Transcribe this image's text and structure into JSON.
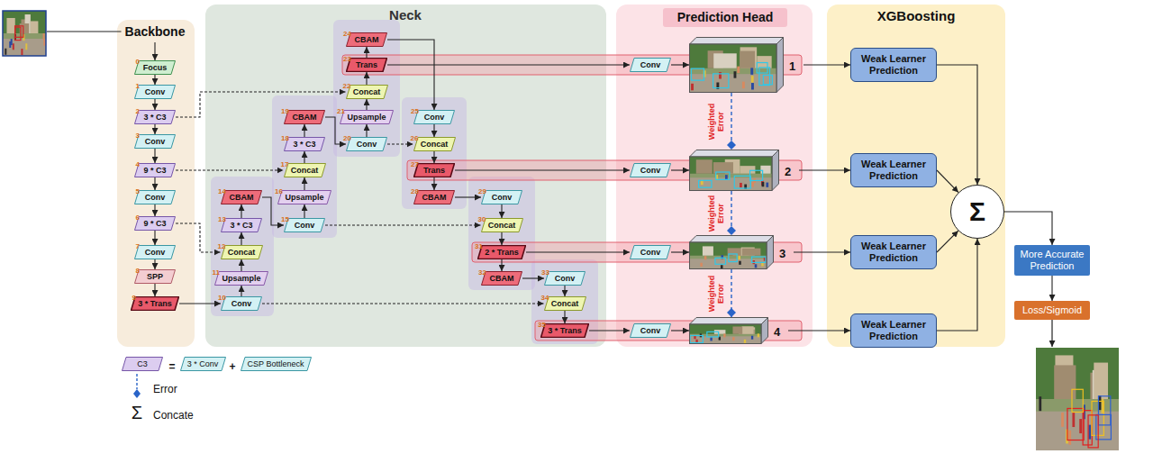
{
  "diagram": {
    "nodes": [
      {
        "text": [
          "Backbone"
        ]
      },
      {
        "text": [
          "Focus"
        ],
        "in": 0
      },
      {
        "text": [
          "Conv"
        ],
        "in": 0
      },
      {
        "text": [
          "3 * C3"
        ],
        "in": 0
      },
      {
        "text": [
          "Conv"
        ],
        "in": 0
      },
      {
        "text": [
          "9 * C3"
        ],
        "in": 0
      },
      {
        "text": [
          "Conv"
        ],
        "in": 0
      },
      {
        "text": [
          "9 * C3"
        ],
        "in": 0
      },
      {
        "text": [
          "Conv"
        ],
        "in": 0
      },
      {
        "text": [
          "SPP"
        ],
        "in": 0
      },
      {
        "text": [
          "3 * Trans"
        ],
        "in": 0
      },
      {
        "text": [
          "Neck"
        ]
      },
      {
        "text": [
          "Conv"
        ],
        "in": 11
      },
      {
        "text": [
          "Upsample"
        ],
        "in": 11
      },
      {
        "text": [
          "Concat"
        ],
        "in": 11
      },
      {
        "text": [
          "3 * C3"
        ],
        "in": 11
      },
      {
        "text": [
          "CBAM"
        ],
        "in": 11
      },
      {
        "text": [
          "Conv"
        ],
        "in": 11
      },
      {
        "text": [
          "Upsample"
        ],
        "in": 11
      },
      {
        "text": [
          "Concat"
        ],
        "in": 11
      },
      {
        "text": [
          "3 * C3"
        ],
        "in": 11
      },
      {
        "text": [
          "CBAM"
        ],
        "in": 11
      },
      {
        "text": [
          "Conv"
        ],
        "in": 11
      },
      {
        "text": [
          "Upsample"
        ],
        "in": 11
      },
      {
        "text": [
          "Concat"
        ],
        "in": 11
      },
      {
        "text": [
          "Trans"
        ],
        "in": 11
      },
      {
        "text": [
          "CBAM"
        ],
        "in": 11
      },
      {
        "text": [
          "Conv"
        ],
        "in": 11
      },
      {
        "text": [
          "Concat"
        ],
        "in": 11
      },
      {
        "text": [
          "Trans"
        ],
        "in": 11
      },
      {
        "text": [
          "CBAM"
        ],
        "in": 11
      },
      {
        "text": [
          "Conv"
        ],
        "in": 11
      },
      {
        "text": [
          "Concat"
        ],
        "in": 11
      },
      {
        "text": [
          "2 * Trans"
        ],
        "in": 11
      },
      {
        "text": [
          "CBAM"
        ],
        "in": 11
      },
      {
        "text": [
          "Conv"
        ],
        "in": 11
      },
      {
        "text": [
          "Concat"
        ],
        "in": 11
      },
      {
        "text": [
          "3 * Trans"
        ],
        "in": 11
      },
      {
        "text": [
          "Prediction Head"
        ]
      },
      {
        "text": [
          "Conv"
        ],
        "in": 38
      },
      {
        "text": [
          "Conv"
        ],
        "in": 38
      },
      {
        "text": [
          "Conv"
        ],
        "in": 38
      },
      {
        "text": [
          "Conv"
        ],
        "in": 38
      },
      {
        "text": [
          "1"
        ],
        "in": 38
      },
      {
        "text": [
          "2"
        ],
        "in": 38
      },
      {
        "text": [
          "3"
        ],
        "in": 38
      },
      {
        "text": [
          "4"
        ],
        "in": 38
      },
      {
        "text": [
          "XGBoosting"
        ]
      },
      {
        "text": [
          "Weak Learner Prediction"
        ],
        "in": 47
      },
      {
        "text": [
          "Weak Learner Prediction"
        ],
        "in": 47
      },
      {
        "text": [
          "Weak Learner Prediction"
        ],
        "in": 47
      },
      {
        "text": [
          "Weak Learner Prediction"
        ],
        "in": 47
      },
      {
        "text": [
          "Σ"
        ],
        "in": 47
      },
      {
        "text": [
          "More Accurate Prediction"
        ]
      },
      {
        "text": [
          "Loss/Sigmoid"
        ]
      },
      {
        "text": [
          "C3"
        ]
      },
      {
        "text": [
          "3 * Conv"
        ]
      },
      {
        "text": [
          "CSP Bottleneck"
        ]
      }
    ],
    "edges": [
      {
        "from": 1,
        "to": 2,
        "arrow": "to"
      },
      {
        "from": 2,
        "to": 3,
        "arrow": "to"
      },
      {
        "from": 3,
        "to": 4,
        "arrow": "to"
      },
      {
        "from": 4,
        "to": 5,
        "arrow": "to"
      },
      {
        "from": 5,
        "to": 6,
        "arrow": "to"
      },
      {
        "from": 6,
        "to": 7,
        "arrow": "to"
      },
      {
        "from": 7,
        "to": 8,
        "arrow": "to"
      },
      {
        "from": 8,
        "to": 9,
        "arrow": "to"
      },
      {
        "from": 9,
        "to": 10,
        "arrow": "to"
      },
      {
        "from": 10,
        "to": 12,
        "arrow": "to"
      },
      {
        "from": 12,
        "to": 13,
        "arrow": "to"
      },
      {
        "from": 13,
        "to": 14,
        "arrow": "to"
      },
      {
        "from": 14,
        "to": 15,
        "arrow": "to"
      },
      {
        "from": 15,
        "to": 16,
        "arrow": "to"
      },
      {
        "from": 7,
        "to": 14,
        "arrow": "to"
      },
      {
        "from": 16,
        "to": 17,
        "arrow": "to"
      },
      {
        "from": 17,
        "to": 18,
        "arrow": "to"
      },
      {
        "from": 18,
        "to": 19,
        "arrow": "to"
      },
      {
        "from": 19,
        "to": 20,
        "arrow": "to"
      },
      {
        "from": 20,
        "to": 21,
        "arrow": "to"
      },
      {
        "from": 5,
        "to": 19,
        "arrow": "to"
      },
      {
        "from": 17,
        "to": 32,
        "arrow": "to"
      },
      {
        "from": 21,
        "to": 22,
        "arrow": "to"
      },
      {
        "from": 22,
        "to": 23,
        "arrow": "to"
      },
      {
        "from": 23,
        "to": 24,
        "arrow": "to"
      },
      {
        "from": 24,
        "to": 25,
        "arrow": "to"
      },
      {
        "from": 25,
        "to": 26,
        "arrow": "to"
      },
      {
        "from": 3,
        "to": 24,
        "arrow": "to"
      },
      {
        "from": 22,
        "to": 28,
        "arrow": "to"
      },
      {
        "from": 26,
        "to": 27,
        "arrow": "to"
      },
      {
        "from": 27,
        "to": 28,
        "arrow": "to"
      },
      {
        "from": 28,
        "to": 29,
        "arrow": "to"
      },
      {
        "from": 29,
        "to": 30,
        "arrow": "to"
      },
      {
        "from": 30,
        "to": 31,
        "arrow": "to"
      },
      {
        "from": 31,
        "to": 32,
        "arrow": "to"
      },
      {
        "from": 32,
        "to": 33,
        "arrow": "to"
      },
      {
        "from": 33,
        "to": 34,
        "arrow": "to"
      },
      {
        "from": 34,
        "to": 35,
        "arrow": "to"
      },
      {
        "from": 35,
        "to": 36,
        "arrow": "to"
      },
      {
        "from": 36,
        "to": 37,
        "arrow": "to"
      },
      {
        "from": 12,
        "to": 36,
        "arrow": "to"
      },
      {
        "from": 25,
        "to": 39,
        "arrow": "to"
      },
      {
        "from": 29,
        "to": 40,
        "arrow": "to"
      },
      {
        "from": 33,
        "to": 41,
        "arrow": "to"
      },
      {
        "from": 37,
        "to": 42,
        "arrow": "to"
      },
      {
        "from": 39,
        "to": 43,
        "arrow": "to"
      },
      {
        "from": 40,
        "to": 44,
        "arrow": "to"
      },
      {
        "from": 41,
        "to": 45,
        "arrow": "to"
      },
      {
        "from": 42,
        "to": 46,
        "arrow": "to"
      },
      {
        "from": 43,
        "to": 44,
        "label": "Weighted Error",
        "arrow": "to"
      },
      {
        "from": 44,
        "to": 45,
        "label": "Weighted Error",
        "arrow": "to"
      },
      {
        "from": 45,
        "to": 46,
        "label": "Weighted Error",
        "arrow": "to"
      },
      {
        "from": 43,
        "to": 48,
        "arrow": "to"
      },
      {
        "from": 44,
        "to": 49,
        "arrow": "to"
      },
      {
        "from": 45,
        "to": 50,
        "arrow": "to"
      },
      {
        "from": 46,
        "to": 51,
        "arrow": "to"
      },
      {
        "from": 48,
        "to": 52,
        "arrow": "to"
      },
      {
        "from": 49,
        "to": 52,
        "arrow": "to"
      },
      {
        "from": 50,
        "to": 52,
        "arrow": "to"
      },
      {
        "from": 51,
        "to": 52,
        "arrow": "to"
      },
      {
        "from": 52,
        "to": 53,
        "arrow": "to"
      },
      {
        "from": 53,
        "to": 54,
        "arrow": "to"
      }
    ],
    "labels": [
      "0",
      "1",
      "2",
      "3",
      "4",
      "5",
      "6",
      "7",
      "8",
      "9",
      "10",
      "11",
      "12",
      "13",
      "14",
      "15",
      "16",
      "17",
      "18",
      "19",
      "20",
      "21",
      "22",
      "23",
      "24",
      "25",
      "26",
      "27",
      "28",
      "29",
      "30",
      "31",
      "32",
      "33",
      "34",
      "35",
      "=",
      "+",
      "Σ"
    ],
    "legend": [
      {
        "text": "Error"
      },
      {
        "text": "Concate"
      }
    ]
  }
}
